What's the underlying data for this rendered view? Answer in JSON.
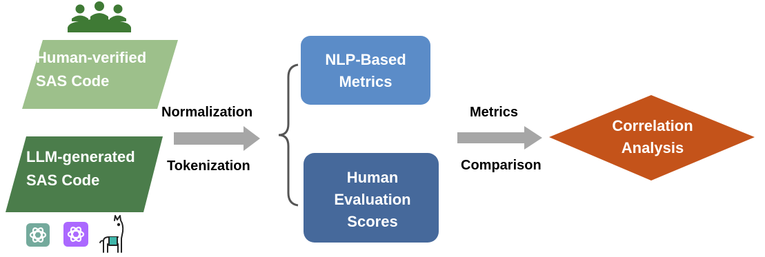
{
  "inputs": {
    "human_verified": {
      "line1": "Human-verified",
      "line2": "SAS Code"
    },
    "llm_generated": {
      "line1": "LLM-generated",
      "line2": "SAS Code"
    }
  },
  "step1": {
    "top_label": "Normalization",
    "bottom_label": "Tokenization"
  },
  "nlp_box": {
    "line1": "NLP-Based",
    "line2": "Metrics"
  },
  "human_box": {
    "line1": "Human",
    "line2": "Evaluation",
    "line3": "Scores"
  },
  "step2": {
    "top_label": "Metrics",
    "bottom_label": "Comparison"
  },
  "result": {
    "line1": "Correlation",
    "line2": "Analysis"
  },
  "colors": {
    "light_green": "#9DC08B",
    "dark_green": "#4B7D4B",
    "people_green": "#3F7A35",
    "blue_light": "#5B8CC8",
    "blue_dark": "#46699B",
    "arrow_gray": "#A6A6A6",
    "orange": "#C4531A",
    "bracket": "#555555"
  },
  "icons": [
    "people-group-icon",
    "chatgpt-green-icon",
    "chatgpt-purple-icon",
    "llama-icon"
  ]
}
